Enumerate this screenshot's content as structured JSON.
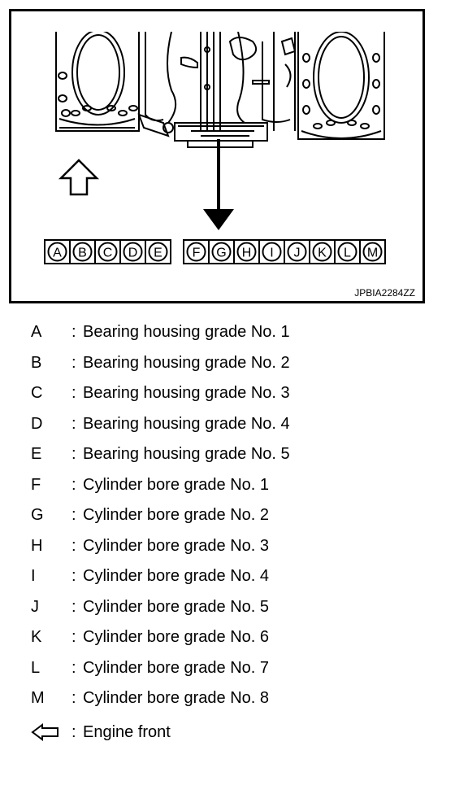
{
  "figure": {
    "code": "JPBIA2284ZZ",
    "grade_marks": [
      "A",
      "B",
      "C",
      "D",
      "E",
      "F",
      "G",
      "H",
      "I",
      "J",
      "K",
      "L",
      "M"
    ]
  },
  "legend": {
    "separator": ":",
    "items": [
      {
        "key": "A",
        "desc": "Bearing housing grade No. 1"
      },
      {
        "key": "B",
        "desc": "Bearing housing grade No. 2"
      },
      {
        "key": "C",
        "desc": "Bearing housing grade No. 3"
      },
      {
        "key": "D",
        "desc": "Bearing housing grade No. 4"
      },
      {
        "key": "E",
        "desc": "Bearing housing grade No. 5"
      },
      {
        "key": "F",
        "desc": "Cylinder bore grade No. 1"
      },
      {
        "key": "G",
        "desc": "Cylinder bore grade No. 2"
      },
      {
        "key": "H",
        "desc": "Cylinder bore grade No. 3"
      },
      {
        "key": "I",
        "desc": "Cylinder bore grade No. 4"
      },
      {
        "key": "J",
        "desc": "Cylinder bore grade No. 5"
      },
      {
        "key": "K",
        "desc": "Cylinder bore grade No. 6"
      },
      {
        "key": "L",
        "desc": "Cylinder bore grade No. 7"
      },
      {
        "key": "M",
        "desc": "Cylinder bore grade No. 8"
      }
    ],
    "front": {
      "desc": "Engine front",
      "icon": "outline-arrow-left-icon"
    }
  }
}
